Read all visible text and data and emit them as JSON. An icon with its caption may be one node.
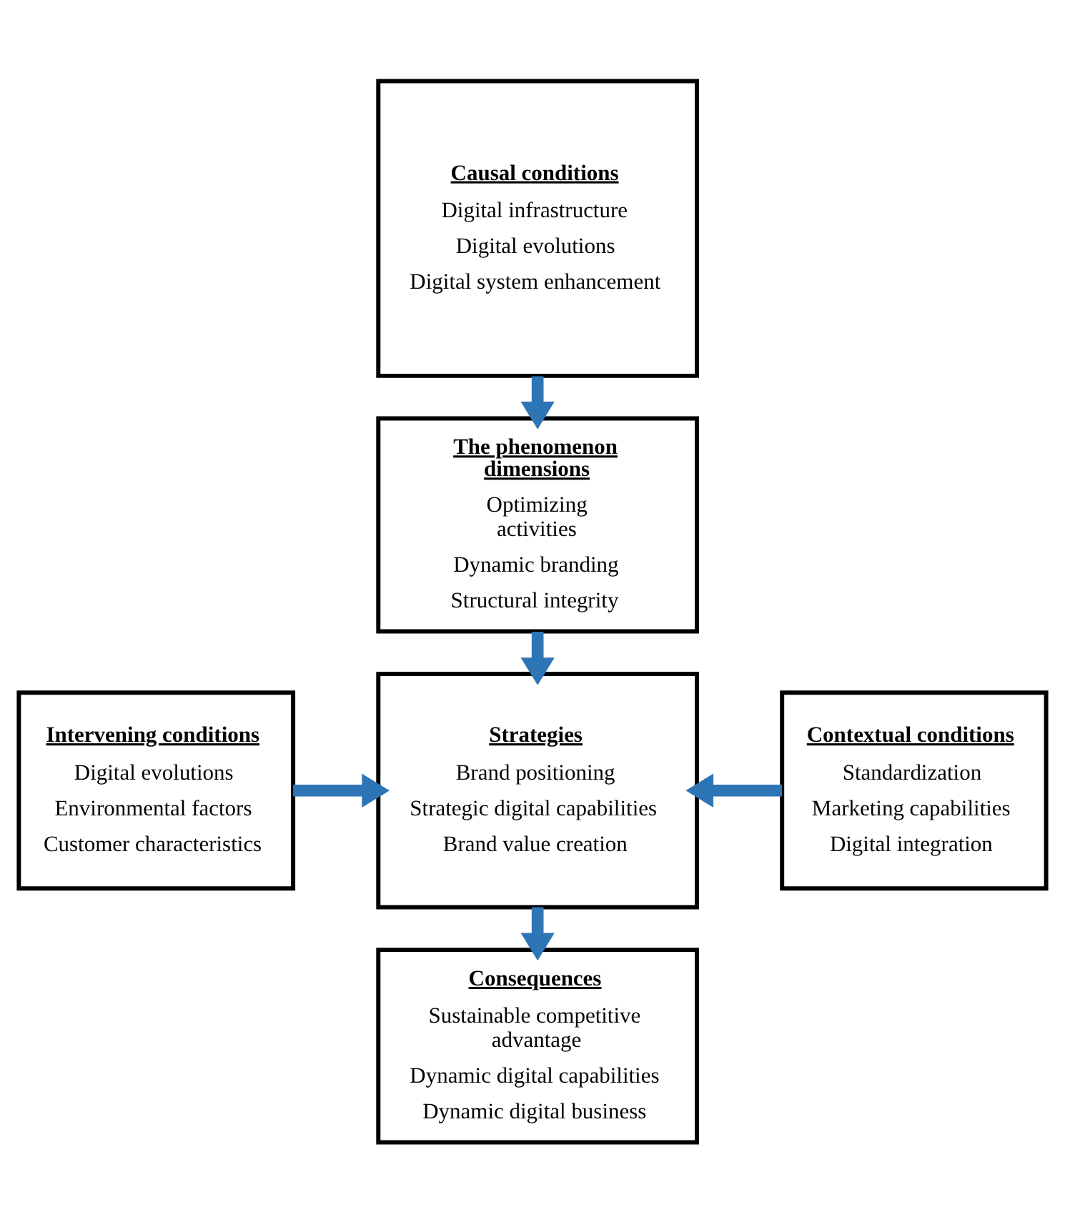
{
  "diagram": {
    "nodes": [
      {
        "text": [
          "Causal conditions",
          "Digital infrastructure",
          "Digital evolutions",
          "Digital system enhancement"
        ]
      },
      {
        "text": [
          "The phenomenon dimensions",
          "Optimizing activities",
          "Dynamic branding",
          "Structural integrity"
        ]
      },
      {
        "text": [
          "Intervening conditions",
          "Digital evolutions",
          "Environmental factors",
          "Customer characteristics"
        ]
      },
      {
        "text": [
          "Strategies",
          "Brand positioning",
          "Strategic digital capabilities",
          "Brand value creation"
        ]
      },
      {
        "text": [
          "Contextual conditions",
          "Standardization",
          "Marketing capabilities",
          "Digital integration"
        ]
      },
      {
        "text": [
          "Consequences",
          "Sustainable competitive advantage",
          "Dynamic digital capabilities",
          "Dynamic digital business"
        ]
      }
    ],
    "edges": [
      {
        "from": 0,
        "to": 1,
        "arrow": "to"
      },
      {
        "from": 1,
        "to": 3,
        "arrow": "to"
      },
      {
        "from": 2,
        "to": 3,
        "arrow": "to"
      },
      {
        "from": 4,
        "to": 3,
        "arrow": "to"
      },
      {
        "from": 3,
        "to": 5,
        "arrow": "to"
      }
    ]
  }
}
